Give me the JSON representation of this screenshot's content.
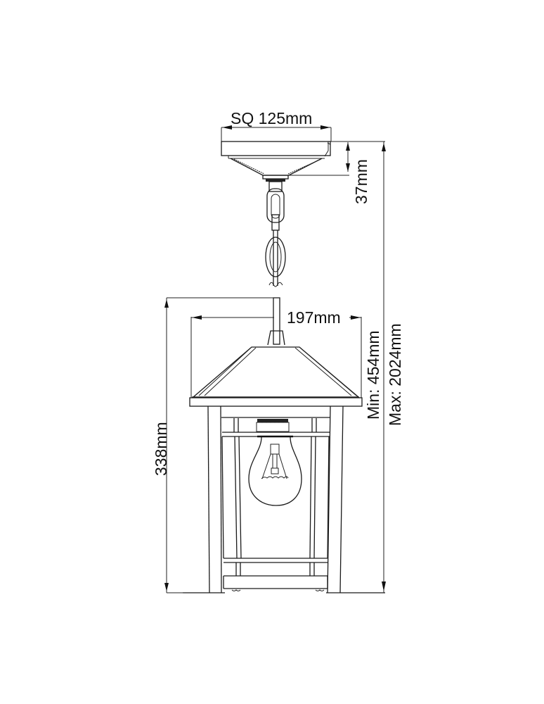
{
  "diagram": {
    "type": "technical-dimension-drawing",
    "subject": "outdoor lantern pendant light",
    "line_color": "#1a1a1a",
    "background": "#ffffff"
  },
  "dimensions": {
    "canopy_width": "SQ 125mm",
    "canopy_height": "37mm",
    "lantern_width": "197mm",
    "lantern_height": "338mm",
    "min_height": "Min: 454mm",
    "max_height": "Max: 2024mm"
  }
}
